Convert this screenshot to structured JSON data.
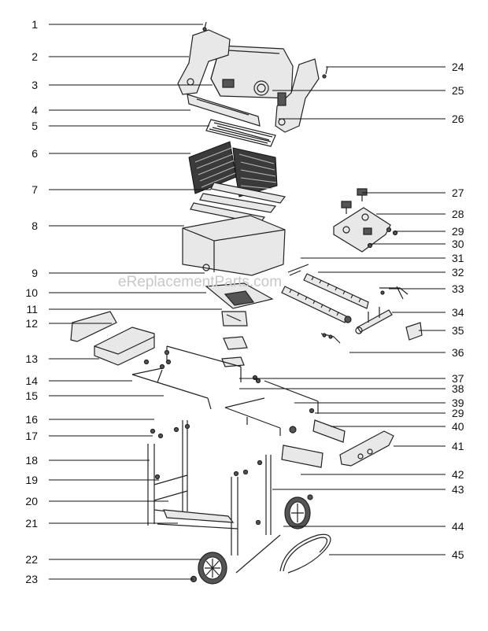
{
  "watermark": "eReplacementParts.com",
  "callouts_left": [
    "1",
    "2",
    "3",
    "4",
    "5",
    "6",
    "7",
    "8",
    "9",
    "10",
    "11",
    "12",
    "13",
    "14",
    "15",
    "16",
    "17",
    "18",
    "19",
    "20",
    "21",
    "22",
    "23"
  ],
  "callouts_right": [
    "24",
    "25",
    "26",
    "27",
    "28",
    "29",
    "30",
    "31",
    "32",
    "33",
    "34",
    "35",
    "36",
    "37",
    "38",
    "39",
    "29",
    "40",
    "41",
    "42",
    "43",
    "44",
    "45"
  ]
}
